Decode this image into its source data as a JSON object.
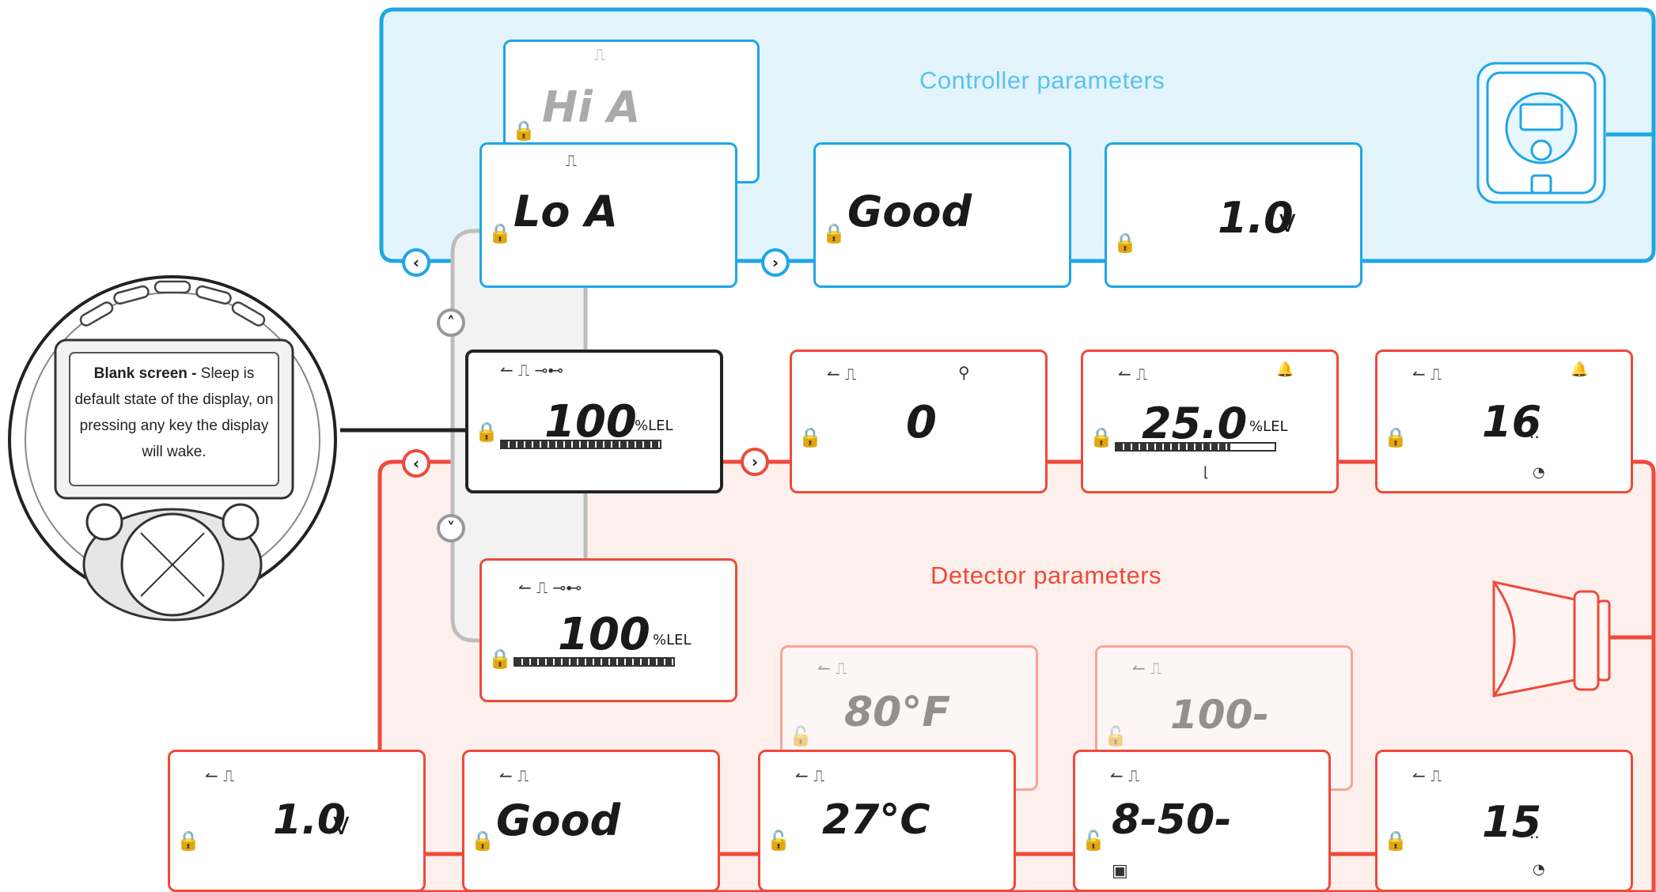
{
  "regions": {
    "controller_title": "Controller parameters",
    "detector_title": "Detector parameters"
  },
  "colors": {
    "controller": "#1ea6e6",
    "controller_fill": "#e3f4fc",
    "detector": "#ee4a3a",
    "detector_fill": "#fdf0ec",
    "selected": "#222222"
  },
  "callout": {
    "bold": "Blank screen -",
    "text": "Sleep is default state of the display, on pressing any key the display will wake."
  },
  "screens": {
    "hi_alarm": {
      "value": "Hi   A",
      "icons": "⎍",
      "lock": "locked"
    },
    "lo_alarm": {
      "value": "Lo  A",
      "icons": "⎍",
      "lock": "locked"
    },
    "ctrl_status": {
      "value": "Good",
      "lock": "locked"
    },
    "ctrl_voltage": {
      "value": "1.0",
      "unit": "V",
      "lock": "locked"
    },
    "main_reading": {
      "value": "100",
      "unit": "%LEL",
      "icons": "↼ ⎍ ⊸⊷",
      "lock": "locked",
      "bar_level": 1.0
    },
    "zero_reading": {
      "value": "0",
      "icons": "↼ ⎍",
      "extra_icon": "⚲",
      "lock": "locked"
    },
    "span_gas": {
      "value": "25.0",
      "unit": "%LEL",
      "icons": "↼ ⎍",
      "alarm_icon": "🔔",
      "lock": "locked",
      "bar_level": 0.72
    },
    "alarm_delay": {
      "value": "16",
      "unit": "..",
      "icons": "↼ ⎍",
      "alarm_icon": "🔔",
      "clock_icon": "◔",
      "lock": "locked"
    },
    "main_reading_copy": {
      "value": "100",
      "unit": "%LEL",
      "icons": "↼ ⎍ ⊸⊷",
      "lock": "locked",
      "bar_level": 1.0
    },
    "temp_f": {
      "value": "80°F",
      "icons": "↼ ⎍",
      "lock": "unlocked"
    },
    "cal_ghost": {
      "value": "100-",
      "icons": "↼ ⎍",
      "lock": "unlocked"
    },
    "det_voltage": {
      "value": "1.0",
      "unit": "V",
      "icons": "↼ ⎍",
      "lock": "locked"
    },
    "det_status": {
      "value": "Good",
      "icons": "↼ ⎍",
      "lock": "locked"
    },
    "temp_c": {
      "value": "27°C",
      "icons": "↼ ⎍",
      "lock": "unlocked"
    },
    "cal_date": {
      "value": "8-50-",
      "icons": "↼ ⎍",
      "lock": "unlocked"
    },
    "timer": {
      "value": "15",
      "unit": "..",
      "icons": "↼ ⎍",
      "clock_icon": "◔",
      "lock": "locked"
    }
  },
  "nav_buttons": {
    "left_arrow": "‹",
    "right_arrow": "›",
    "up_arrow": "˄",
    "down_arrow": "˅"
  }
}
